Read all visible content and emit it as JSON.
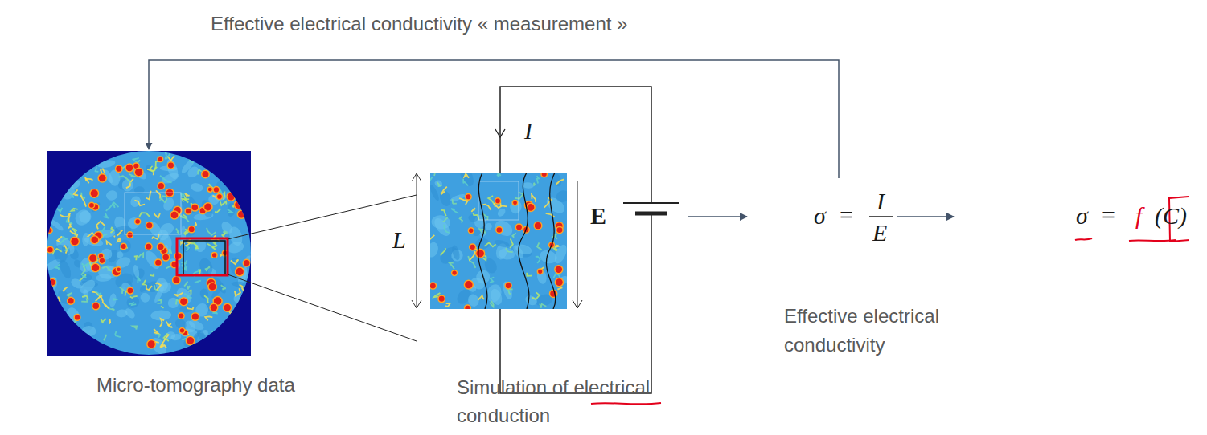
{
  "diagram": {
    "nodes": [
      {
        "text": [
          "Micro-tomography data"
        ]
      },
      {
        "text": [
          "Simulation of electrical conduction"
        ]
      }
    ],
    "labels": [
      "Effective electrical conductivity « measurement »",
      "I",
      "L",
      "E",
      "σ",
      "=",
      "I",
      "E",
      "Effective electrical conductivity",
      "σ",
      "=",
      "f",
      "(C)"
    ]
  }
}
